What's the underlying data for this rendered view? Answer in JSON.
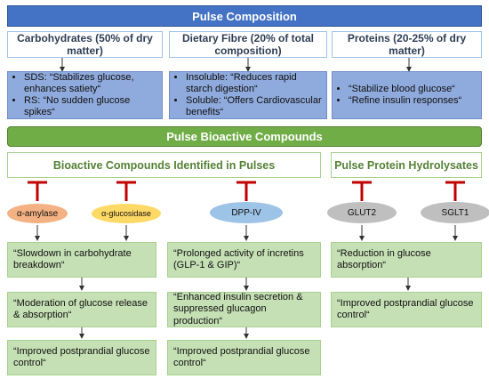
{
  "header": {
    "title": "Pulse Composition"
  },
  "composition": [
    {
      "heading": "Carbohydrates (50% of dry matter)",
      "bullets": [
        "SDS: “Stabilizes glucose, enhances satiety“",
        "RS: “No sudden glucose spikes“"
      ]
    },
    {
      "heading": "Dietary Fibre (20% of total composition)",
      "bullets": [
        "Insoluble: “Reduces rapid starch digestion“",
        "Soluble: “Offers Cardiovascular benefits“"
      ]
    },
    {
      "heading": "Proteins (20-25% of dry matter)",
      "bullets": [
        "“Stabilize blood glucose“",
        "“Refine insulin responses“"
      ]
    }
  ],
  "bioactive_banner": {
    "title": "Pulse Bioactive Compounds"
  },
  "sections": {
    "left": "Bioactive Compounds Identified in Pulses",
    "right": "Pulse Protein Hydrolysates"
  },
  "targets": [
    {
      "label": "α-amylase",
      "color": "#f4b183"
    },
    {
      "label": "α-glucosidase",
      "color": "#ffd966"
    },
    {
      "label": "DPP-IV",
      "color": "#9dc3e6"
    },
    {
      "label": "GLUT2",
      "color": "#bfbfbf"
    },
    {
      "label": "SGLT1",
      "color": "#bfbfbf"
    }
  ],
  "outcomes": {
    "col1": [
      "“Slowdown in carbohydrate breakdown“",
      "“Moderation of glucose release & absorption“",
      "“Improved postprandial glucose control“"
    ],
    "col2": [
      "“Prolonged activity of incretins (GLP-1 & GIP)“",
      "“Enhanced insulin secretion & suppressed glucagon production“",
      "“Improved postprandial glucose control“"
    ],
    "col3": [
      "“Reduction in glucose absorption“",
      "“Improved postprandial glucose control“"
    ]
  },
  "colors": {
    "primary_blue": "#4472c4",
    "green": "#70ad47",
    "inhibitor_red": "#c00000",
    "light_blue_box": "#8faadc",
    "light_green_box": "#c5e0b4"
  }
}
